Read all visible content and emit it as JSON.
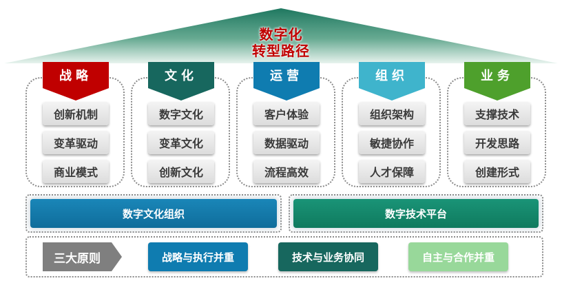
{
  "roof": {
    "title_line1": "数字化",
    "title_line2": "转型路径"
  },
  "pillars": [
    {
      "label": "战略",
      "color": "#c00000",
      "items": [
        "创新机制",
        "变革驱动",
        "商业模式"
      ]
    },
    {
      "label": "文化",
      "color": "#17675e",
      "items": [
        "数字文化",
        "变革文化",
        "创新文化"
      ]
    },
    {
      "label": "运营",
      "color": "#0f7cb0",
      "items": [
        "客户体验",
        "数据驱动",
        "流程高效"
      ]
    },
    {
      "label": "组织",
      "color": "#3fb4cc",
      "items": [
        "组织架构",
        "敏捷协作",
        "人才保障"
      ]
    },
    {
      "label": "业务",
      "color": "#4ea02c",
      "items": [
        "支撑技术",
        "开发思路",
        "创建形式"
      ]
    }
  ],
  "platforms": [
    {
      "label": "数字文化组织",
      "color": "#1278a8"
    },
    {
      "label": "数字技术平台",
      "color": "#15866a"
    }
  ],
  "principles": {
    "label": "三大原则",
    "items": [
      {
        "label": "战略与执行并重",
        "color": "#0f7cb0"
      },
      {
        "label": "技术与业务协同",
        "color": "#17675e"
      },
      {
        "label": "自主与合作并重",
        "color": "#98d89a"
      }
    ]
  }
}
